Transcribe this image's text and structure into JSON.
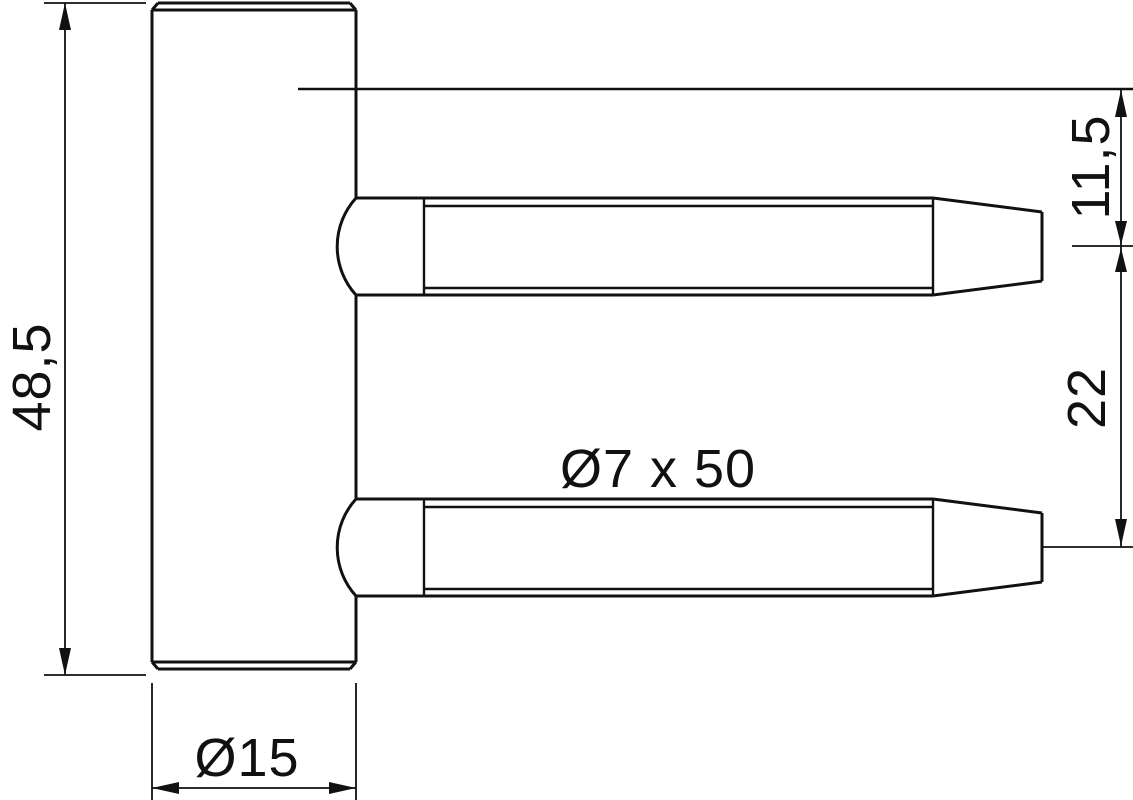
{
  "drawing": {
    "type": "technical-dimension-drawing",
    "subject": "hinge frame part with two fixing pins",
    "colors": {
      "line": "#111111",
      "background": "#ffffff"
    },
    "labels": {
      "overall_height": "48,5",
      "body_diameter": "Ø15",
      "pin_size": "Ø7 x 50",
      "pin_top_offset": "11,5",
      "pin_spacing": "22"
    }
  }
}
